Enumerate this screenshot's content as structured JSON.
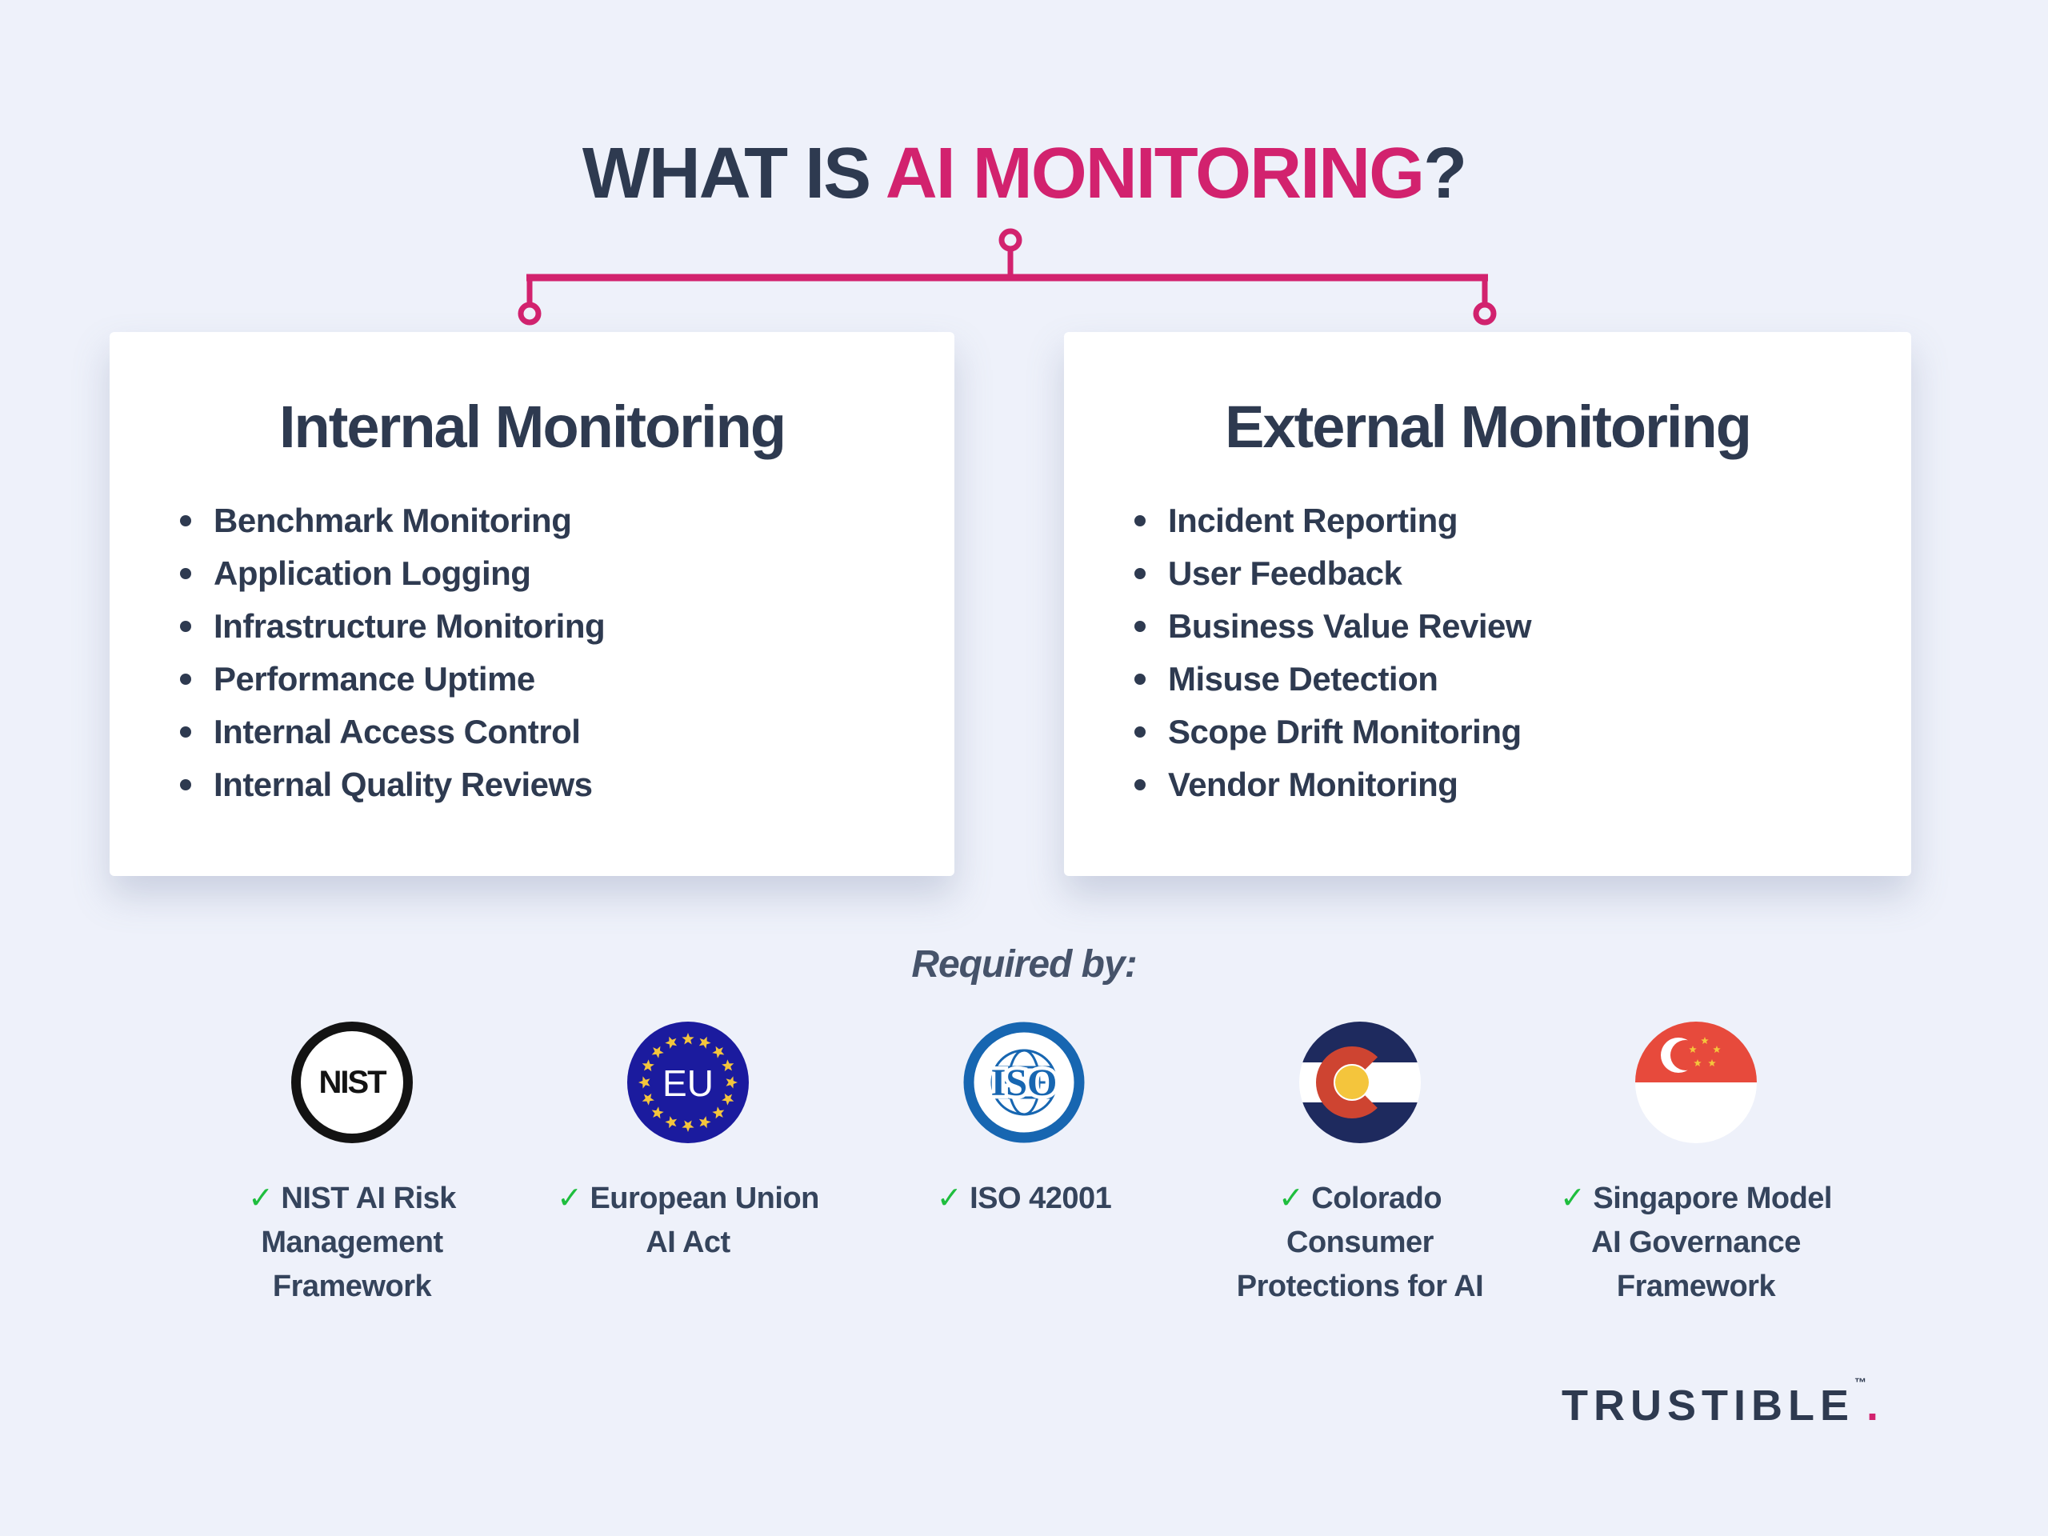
{
  "colors": {
    "background": "#eef1fa",
    "ink": "#2e3a50",
    "accent_pink": "#d2226e",
    "check_green": "#1fbe3e",
    "eu_blue": "#1b1b9e",
    "iso_blue": "#1766b1",
    "colorado_navy": "#1e2a5e",
    "colorado_red": "#ce4431",
    "colorado_yellow": "#f4c53c",
    "singapore_red": "#e74a3c",
    "nist_black": "#131313",
    "label_ink": "#35445c"
  },
  "title": {
    "prefix": "WHAT IS ",
    "highlight": "AI MONITORING",
    "suffix": "?"
  },
  "cards": [
    {
      "heading": "Internal Monitoring",
      "items": [
        "Benchmark Monitoring",
        "Application Logging",
        "Infrastructure Monitoring",
        "Performance Uptime",
        "Internal Access Control",
        "Internal Quality Reviews"
      ]
    },
    {
      "heading": "External Monitoring",
      "items": [
        "Incident Reporting",
        "User Feedback",
        "Business Value Review",
        "Misuse Detection",
        "Scope Drift Monitoring",
        "Vendor Monitoring"
      ]
    }
  ],
  "required_by": {
    "label": "Required by:",
    "check_glyph": "✓",
    "entries": [
      {
        "icon": "nist-logo",
        "badge_text": "NIST",
        "lines": [
          "NIST AI Risk",
          "Management",
          "Framework"
        ]
      },
      {
        "icon": "eu-logo",
        "badge_text": "EU",
        "lines": [
          "European Union",
          "AI Act"
        ]
      },
      {
        "icon": "iso-logo",
        "badge_text": "ISO",
        "lines": [
          "ISO 42001"
        ]
      },
      {
        "icon": "colorado-logo",
        "badge_text": "",
        "lines": [
          "Colorado",
          "Consumer",
          "Protections for AI"
        ]
      },
      {
        "icon": "singapore-logo",
        "badge_text": "",
        "lines": [
          "Singapore Model",
          "AI Governance",
          "Framework"
        ]
      }
    ]
  },
  "footer": {
    "brand": "TRUSTIBLE",
    "brand_dot": ".",
    "brand_tm": "™"
  }
}
